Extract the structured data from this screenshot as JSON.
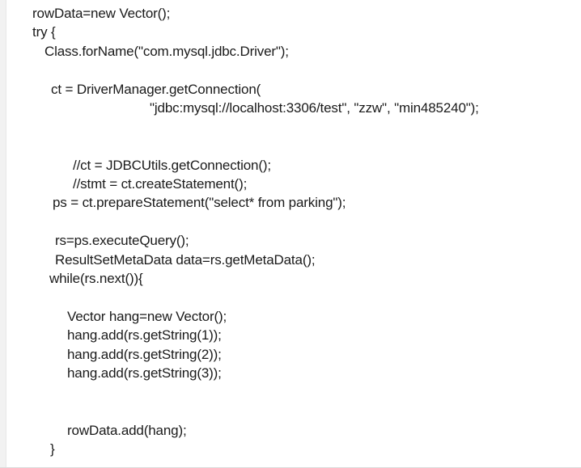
{
  "page": {
    "background_color": "#ffffff",
    "left_strip_color": "#f2f2f2",
    "bottom_line_color": "#dcdcdc",
    "text_color": "#1a1a1a"
  },
  "code": {
    "language": "java",
    "lines": [
      {
        "indent": 40,
        "text": "rowData=new Vector();"
      },
      {
        "indent": 40,
        "text": "try {"
      },
      {
        "indent": 55,
        "text": "Class.forName(\"com.mysql.jdbc.Driver\");"
      },
      {
        "indent": 0,
        "text": ""
      },
      {
        "indent": 63,
        "text": "ct = DriverManager.getConnection("
      },
      {
        "indent": 185,
        "text": "\"jdbc:mysql://localhost:3306/test\", \"zzw\", \"min485240\");"
      },
      {
        "indent": 0,
        "text": ""
      },
      {
        "indent": 0,
        "text": ""
      },
      {
        "indent": 90,
        "text": "//ct = JDBCUtils.getConnection();"
      },
      {
        "indent": 90,
        "text": "//stmt = ct.createStatement();"
      },
      {
        "indent": 65,
        "text": "ps = ct.prepareStatement(\"select* from parking\");"
      },
      {
        "indent": 0,
        "text": ""
      },
      {
        "indent": 68,
        "text": "rs=ps.executeQuery();"
      },
      {
        "indent": 68,
        "text": "ResultSetMetaData data=rs.getMetaData();"
      },
      {
        "indent": 61,
        "text": "while(rs.next()){"
      },
      {
        "indent": 0,
        "text": ""
      },
      {
        "indent": 83,
        "text": "Vector hang=new Vector();"
      },
      {
        "indent": 83,
        "text": "hang.add(rs.getString(1));"
      },
      {
        "indent": 83,
        "text": "hang.add(rs.getString(2));"
      },
      {
        "indent": 83,
        "text": "hang.add(rs.getString(3));"
      },
      {
        "indent": 0,
        "text": ""
      },
      {
        "indent": 0,
        "text": ""
      },
      {
        "indent": 83,
        "text": "rowData.add(hang);"
      },
      {
        "indent": 62,
        "text": "}"
      }
    ]
  }
}
